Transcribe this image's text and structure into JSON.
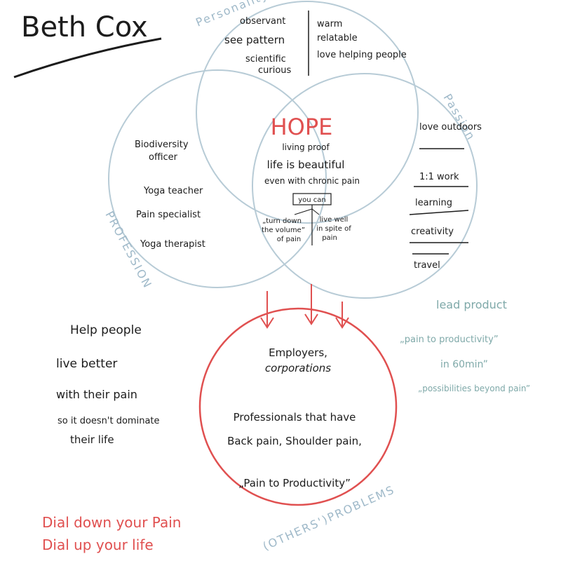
{
  "name": "Beth Cox",
  "labels": {
    "personality": "Personality",
    "passion": "Passion",
    "profession": "PROFESSION",
    "problems": "(OTHERS')PROBLEMS"
  },
  "personality": {
    "left": [
      "observant",
      "see pattern",
      "scientific",
      "curious"
    ],
    "right": [
      "warm",
      "relatable",
      "love helping people"
    ]
  },
  "passion": [
    "love outdoors",
    "1:1 work",
    "learning",
    "creativity",
    "travel"
  ],
  "profession": [
    "Biodiversity",
    "officer",
    "Yoga teacher",
    "Pain specialist",
    "Yoga therapist"
  ],
  "center": {
    "title": "HOPE",
    "lines": [
      "living proof",
      "life is beautiful",
      "even with chronic pain"
    ],
    "box": "you can",
    "left": [
      "„turn down",
      "the volume”",
      "of pain"
    ],
    "right": [
      "live well",
      "in spite of",
      "pain"
    ]
  },
  "problems": {
    "lines": [
      "Employers,",
      "corporations",
      "Professionals that have",
      "Back pain, Shoulder pain,",
      "„Pain to Productivity”"
    ]
  },
  "mission": [
    "Help people",
    "live better",
    "with their pain",
    "so it doesn't dominate",
    "their life"
  ],
  "product": [
    "lead product",
    "„pain to productivity”",
    "in 60min”",
    "„possibilities beyond pain”"
  ],
  "tagline": [
    "Dial down your Pain",
    "Dial up your life"
  ],
  "colors": {
    "circle": "#b7cbd6",
    "red": "#e05050",
    "ink": "#1c1c1c",
    "teal": "#7fa9a9"
  }
}
